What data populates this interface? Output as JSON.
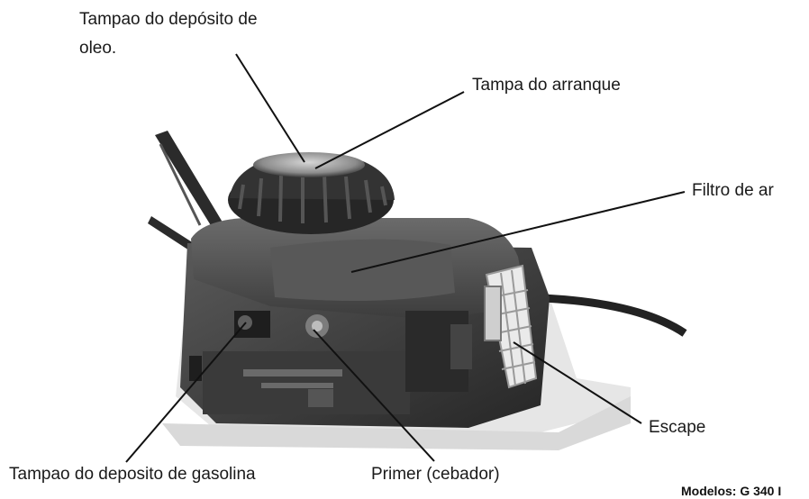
{
  "labels": {
    "oil_cap_line1": "Tampao do depósito de",
    "oil_cap_line2": "oleo.",
    "starter_cover": "Tampa do arranque",
    "air_filter": "Filtro de ar",
    "exhaust": "Escape",
    "fuel_cap": "Tampao do deposito de gasolina",
    "primer": "Primer (cebador)",
    "models": "Modelos: G 340 I"
  },
  "colors": {
    "engine_dark": "#2e2e2e",
    "engine_mid": "#4a4a4a",
    "engine_light": "#7a7a7a",
    "line": "#111111"
  }
}
